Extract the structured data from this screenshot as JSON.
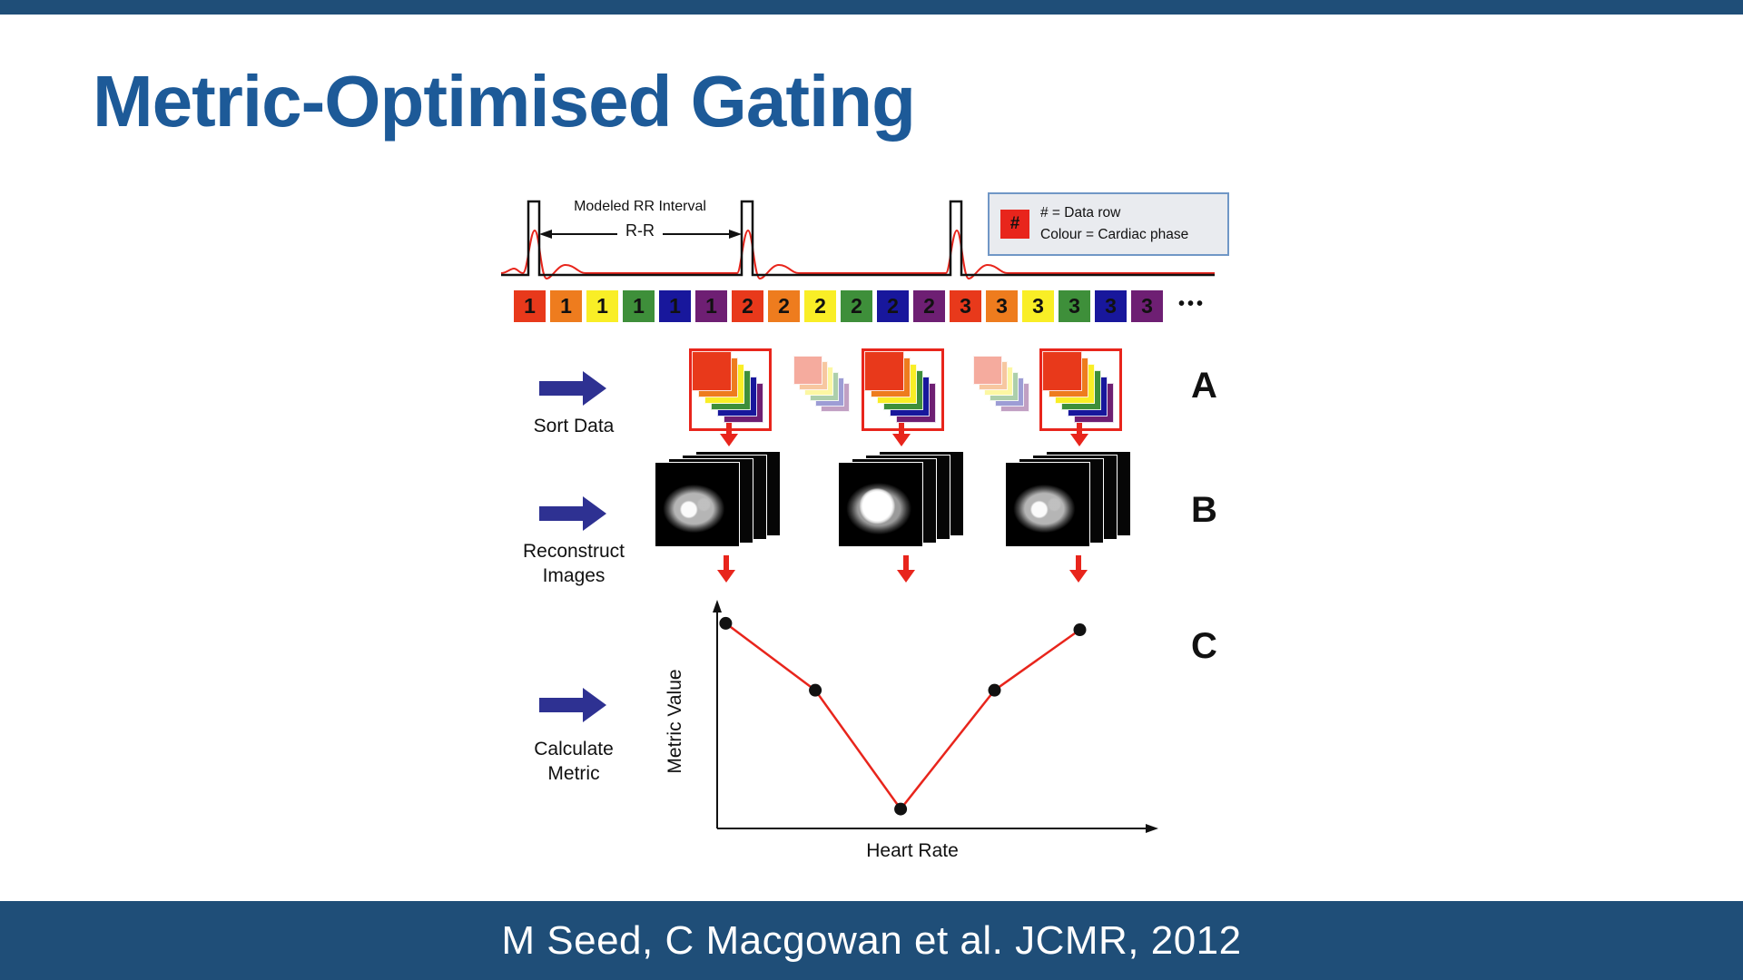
{
  "slide": {
    "title": "Metric-Optimised Gating",
    "citation": "M Seed, C Macgowan et al. JCMR, 2012",
    "colors": {
      "bar": "#1f4e78",
      "title": "#1d5a98",
      "flow_arrow": "#2e3192",
      "highlight": "#e8251c"
    }
  },
  "figure": {
    "ecg": {
      "interval_label": "Modeled RR Interval",
      "rr_label": "R-R"
    },
    "legend": {
      "symbol": "#",
      "symbol_color": "#e8251c",
      "line1": "# = Data row",
      "line2": "Colour = Cardiac phase"
    },
    "data_rows": {
      "cells": [
        {
          "number": "1",
          "color": "#e8391b"
        },
        {
          "number": "1",
          "color": "#ee7c1e"
        },
        {
          "number": "1",
          "color": "#f9ee26"
        },
        {
          "number": "1",
          "color": "#3e8f3a"
        },
        {
          "number": "1",
          "color": "#18179c"
        },
        {
          "number": "1",
          "color": "#6e1f73"
        },
        {
          "number": "2",
          "color": "#e8391b"
        },
        {
          "number": "2",
          "color": "#ee7c1e"
        },
        {
          "number": "2",
          "color": "#f9ee26"
        },
        {
          "number": "2",
          "color": "#3e8f3a"
        },
        {
          "number": "2",
          "color": "#18179c"
        },
        {
          "number": "2",
          "color": "#6e1f73"
        },
        {
          "number": "3",
          "color": "#e8391b"
        },
        {
          "number": "3",
          "color": "#ee7c1e"
        },
        {
          "number": "3",
          "color": "#f9ee26"
        },
        {
          "number": "3",
          "color": "#3e8f3a"
        },
        {
          "number": "3",
          "color": "#18179c"
        },
        {
          "number": "3",
          "color": "#6e1f73"
        }
      ],
      "ellipsis": "•••"
    },
    "phase_colors": [
      "#e8391b",
      "#ee7c1e",
      "#f9ee26",
      "#3e8f3a",
      "#18179c",
      "#6e1f73"
    ],
    "sort_stacks": [
      {
        "selected": true
      },
      {
        "selected": false
      },
      {
        "selected": true
      },
      {
        "selected": false
      },
      {
        "selected": true
      }
    ],
    "recon_stacks": [
      {
        "variant": "dim"
      },
      {
        "variant": "bright"
      },
      {
        "variant": "dim"
      }
    ],
    "steps": [
      {
        "letter": "A",
        "label": "Sort Data"
      },
      {
        "letter": "B",
        "label": "Reconstruct\nImages"
      },
      {
        "letter": "C",
        "label": "Calculate\nMetric"
      }
    ],
    "chart_data": {
      "type": "line",
      "title": "",
      "xlabel": "Heart Rate",
      "ylabel": "Metric Value",
      "x_tick_labels": [],
      "y_tick_labels": [],
      "line_color": "#e8251c",
      "marker": "circle",
      "marker_color": "#111111",
      "points_rel": [
        {
          "x": 0.02,
          "y": 0.95
        },
        {
          "x": 0.23,
          "y": 0.64
        },
        {
          "x": 0.43,
          "y": 0.09
        },
        {
          "x": 0.65,
          "y": 0.64
        },
        {
          "x": 0.85,
          "y": 0.92
        }
      ]
    }
  }
}
